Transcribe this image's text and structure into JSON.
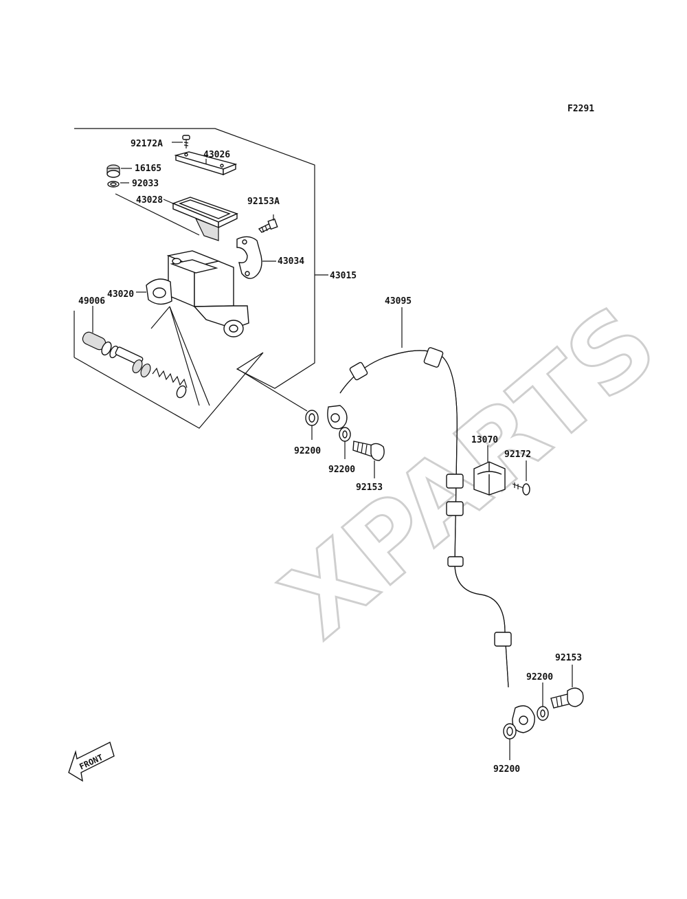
{
  "figure_code": "F2291",
  "watermark": "XPARTS",
  "front_label": "FRONT",
  "parts": [
    {
      "id": "p_92172A",
      "label": "92172A"
    },
    {
      "id": "p_43026",
      "label": "43026"
    },
    {
      "id": "p_16165",
      "label": "16165"
    },
    {
      "id": "p_92033",
      "label": "92033"
    },
    {
      "id": "p_43028",
      "label": "43028"
    },
    {
      "id": "p_92153A",
      "label": "92153A"
    },
    {
      "id": "p_43034",
      "label": "43034"
    },
    {
      "id": "p_43015",
      "label": "43015"
    },
    {
      "id": "p_43020",
      "label": "43020"
    },
    {
      "id": "p_49006",
      "label": "49006"
    },
    {
      "id": "p_43095",
      "label": "43095"
    },
    {
      "id": "p_92200_a",
      "label": "92200"
    },
    {
      "id": "p_92200_b",
      "label": "92200"
    },
    {
      "id": "p_92153_a",
      "label": "92153"
    },
    {
      "id": "p_13070",
      "label": "13070"
    },
    {
      "id": "p_92172",
      "label": "92172"
    },
    {
      "id": "p_92153_b",
      "label": "92153"
    },
    {
      "id": "p_92200_c",
      "label": "92200"
    },
    {
      "id": "p_92200_d",
      "label": "92200"
    }
  ]
}
